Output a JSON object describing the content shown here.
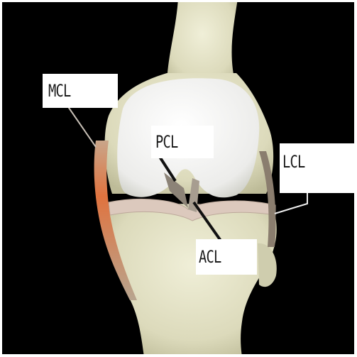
{
  "labels": {
    "mcl": "MCL",
    "pcl": "PCL",
    "lcl": "LCL",
    "acl": "ACL"
  },
  "colors": {
    "background": "#000000",
    "bone": "#e3e2c6",
    "cartilage": "#f4f4ee",
    "ligament": "#8a7d6e",
    "mcl_highlight": "#d9774a",
    "meniscus": "#d9c8bd",
    "leader_line": "#111111"
  }
}
